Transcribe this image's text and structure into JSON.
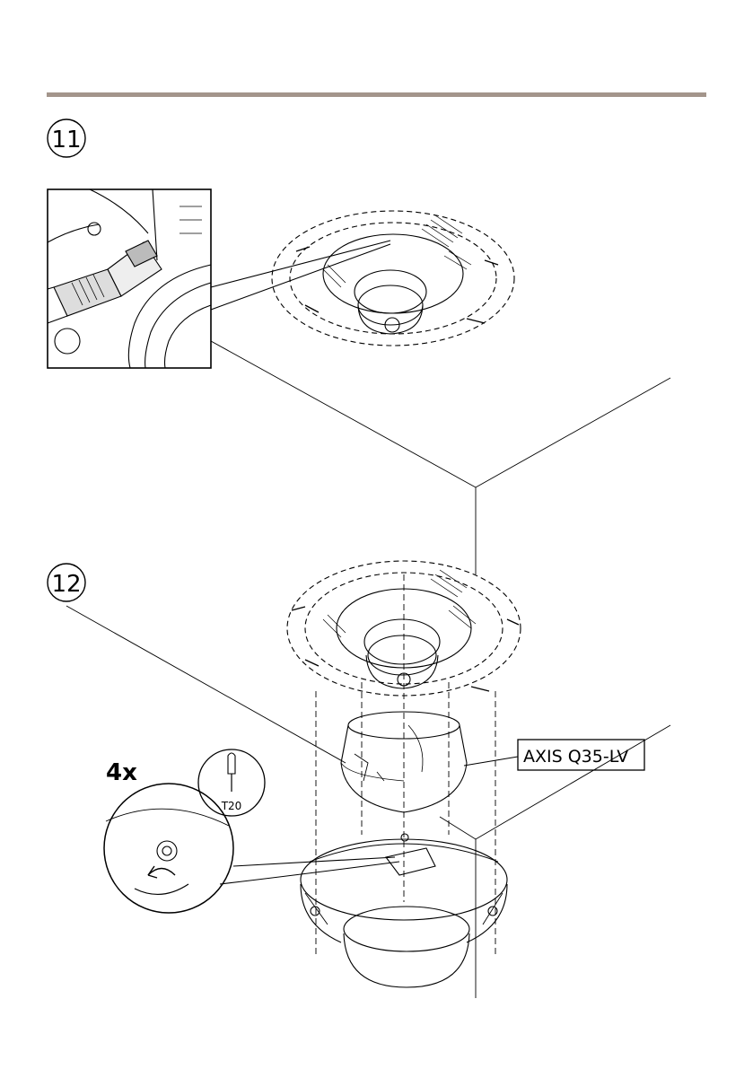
{
  "header": {
    "rule_color": "#a3958b"
  },
  "steps": [
    {
      "number": "11"
    },
    {
      "number": "12"
    }
  ],
  "callouts": {
    "quantity": "4x",
    "tool": "T20",
    "product_label": "AXIS Q35-LV"
  }
}
